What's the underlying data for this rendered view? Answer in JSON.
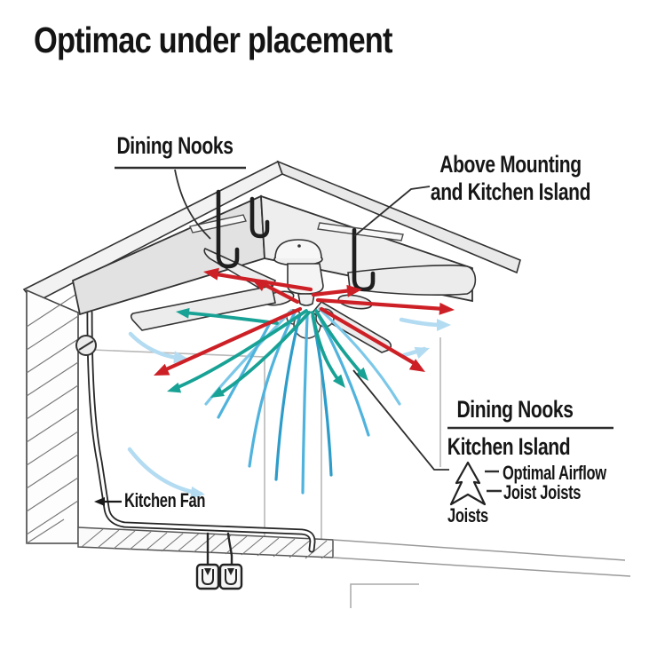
{
  "title": "Optimac under placement",
  "labels": {
    "dining_nooks_top": "Dining Nooks",
    "above_mounting_line1": "Above Mounting",
    "above_mounting_line2": "and Kitchen Island",
    "kitchen_fan": "Kitchen Fan"
  },
  "legend": {
    "heading": "Dining Nooks",
    "subheading": "Kitchen Island",
    "items": [
      {
        "label": "Optimal Airflow"
      },
      {
        "label": "Joist Joists"
      }
    ],
    "footer": "Joists",
    "symbol_icon": "airflow-tree-icon"
  },
  "colors": {
    "warm_airflow_red": "#cd2026",
    "cool_airflow_teal": "#18a295",
    "stream_blue": "#4fb3dd",
    "pale_blue": "#b3dcf2",
    "line_dark": "#2e2e2e"
  }
}
